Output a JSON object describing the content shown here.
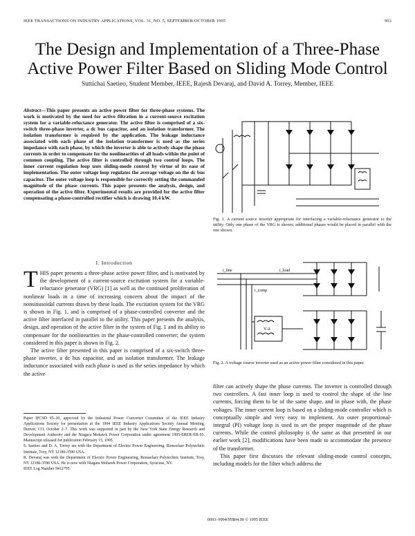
{
  "running_header": {
    "left": "IEEE TRANSACTIONS ON INDUSTRY APPLICATIONS, VOL. 31, NO. 5, SEPTEMBER/OCTOBER 1995",
    "page": "993"
  },
  "title_line1": "The Design and Implementation of a Three-Phase",
  "title_line2": "Active Power Filter Based on Sliding Mode Control",
  "authors": "Suttichai Saetieo, Student Member, IEEE, Rajesh Devaraj, and David A. Torrey, Member, IEEE",
  "abstract_label": "Abstract—",
  "abstract_text": "This paper presents an active power filter for three-phase systems. The work is motivated by the need for active filtration in a current-source excitation system for a variable-reluctance generator. The active filter is comprised of a six-switch three-phase inverter, a dc bus capacitor, and an isolation transformer. The isolation transformer is required by the application. The leakage inductance associated with each phase of the isolation transformer is used as the series impedance with each phase, by which the inverter is able to actively shape the phase currents in order to compensate for the nonlinearities of all loads within the point of common coupling. The active filter is controlled through two control loops. The inner current regulation loop uses sliding-mode control by virtue of its ease of implementation. The outer voltage loop regulates the average voltage on the dc bus capacitor. The outer voltage loop is responsible for correctly setting the commanded magnitude of the phase currents. This paper presents the analysis, design, and operation of the active filter. Experimental results are provided for the active filter compensating a phase-controlled rectifier which is drawing 10.4 kW.",
  "section_heading": "I. Introduction",
  "intro_dropcap": "T",
  "intro_p1": "HIS paper presents a three-phase active power filter, and is motivated by the development of a current-source excitation system for a variable-reluctance generator (VRG) [1] as well as the continued proliferation of nonlinear loads in a time of increasing concern about the impact of the nonsinusoidal currents drawn by these loads. The excitation system for the VRG is shown in Fig. 1, and is comprised of a phase-controlled converter and the active filter interfaced in parallel to the utility. This paper presents the analysis, design, and operation of the active filter in the system of Fig. 1 and its ability to compensate for the nonlinearities in the phase-controlled converter; the system considered in this paper is shown in Fig. 2.",
  "intro_p2": "The active filter presented in this paper is comprised of a six-switch three-phase inverter, a dc bus capacitor, and an isolation transformer. The leakage inductance associated with each phase is used as the series impedance by which the active",
  "footnote": "Paper IPCSD 95–20, approved by the Industrial Power Converter Committee of the IEEE Industry Applications Society for presentation at the 1994 IEEE Industry Applications Society Annual Meeting, Denver, CO, October 2–7. This work was supported in part by the New York State Energy Research and Development Authority and the Niagara Mohawk Power Corporation under agreement 1995-ERER-ER-95. Manuscript released for publication February 15, 1995.\nS. Saetieo and D. A. Torrey are with the Department of Electric Power Engineering, Rensselaer Polytechnic Institute, Troy, NY 12180-3590 USA.\nR. Devaraj was with the Department of Electric Power Engineering, Rensselaer Polytechnic Institute, Troy, NY 12180-3590 USA. He is now with Niagara Mohawk Power Corporation, Syracuse, NY.\nIEEE Log Number 9412795.",
  "fig1_caption": "Fig. 1. A current source inverter appropriate for interfacing a variable-reluctance generator to the utility. Only one phase of the VRG is shown; additional phases would be placed in parallel with the one shown.",
  "fig2_caption": "Fig. 2. A voltage source inverter used as an active power filter considered in this paper.",
  "fig_labels": {
    "i_line": "i_line",
    "i_load": "i_load",
    "i_comp": "i_comp",
    "transformer": "Y/Δ"
  },
  "right_p1": "filter can actively shape the phase currents. The inverter is controlled through two controllers. A fast inner loop is used to control the shape of the line currents, forcing them to be of the same shape, and in phase with, the phase voltages. The inner current loop is based on a sliding-mode controller which is conceptually simple and very easy to implement. An outer proportional-integral (PI) voltage loop is used to set the proper magnitude of the phase currents. While the control philosophy is the same as that presented in our earlier work [2], modifications have been made to accommodate the presence of the transformer.",
  "right_p2": "This paper first discusses the relevant sliding-mode control concepts, including models for the filter which address the",
  "bottom_line": "0093–9994/95$04.00 © 1995 IEEE"
}
